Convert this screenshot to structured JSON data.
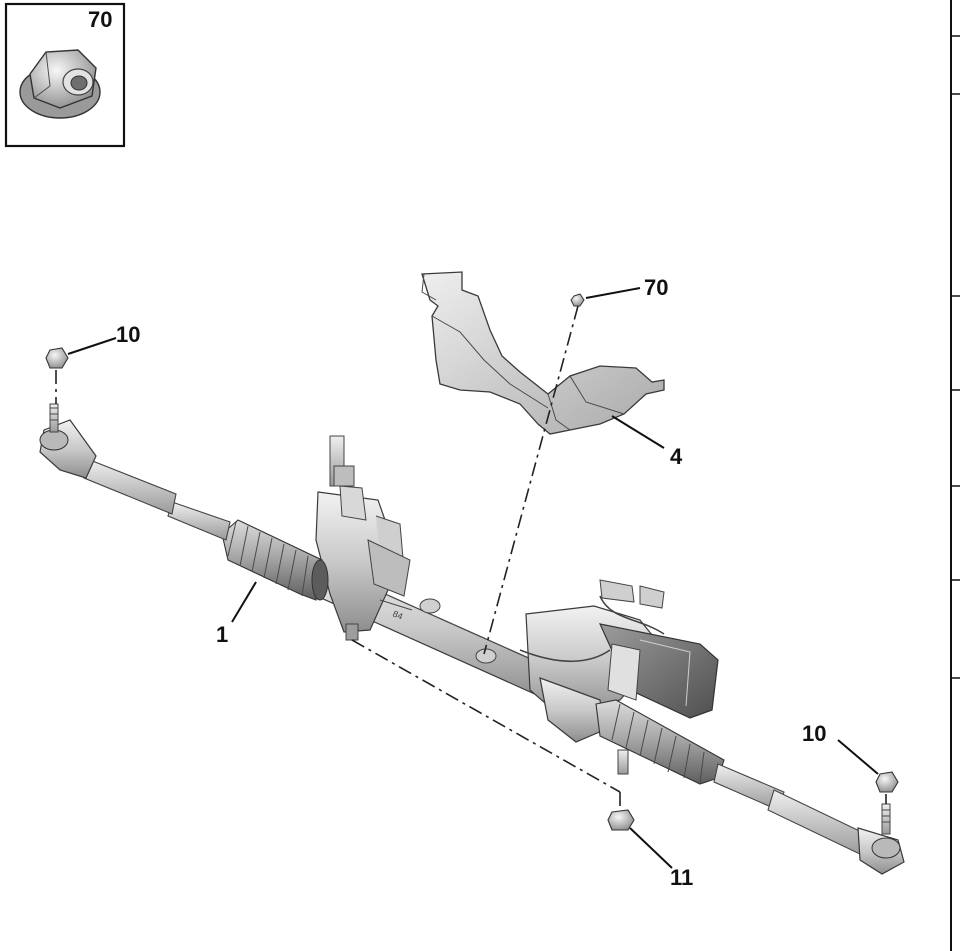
{
  "callouts": {
    "inset_label": "70",
    "bracket_nut": "70",
    "heat_shield": "4",
    "rack_assembly": "1",
    "nut_left": "10",
    "nut_right": "10",
    "bolt_bottom": "11"
  },
  "right_panel": {
    "rows": 7
  },
  "colors": {
    "line": "#111111",
    "metal_light": "#e4e4e4",
    "metal_dark": "#8a8a8a",
    "motor": "#6f6f6f"
  }
}
